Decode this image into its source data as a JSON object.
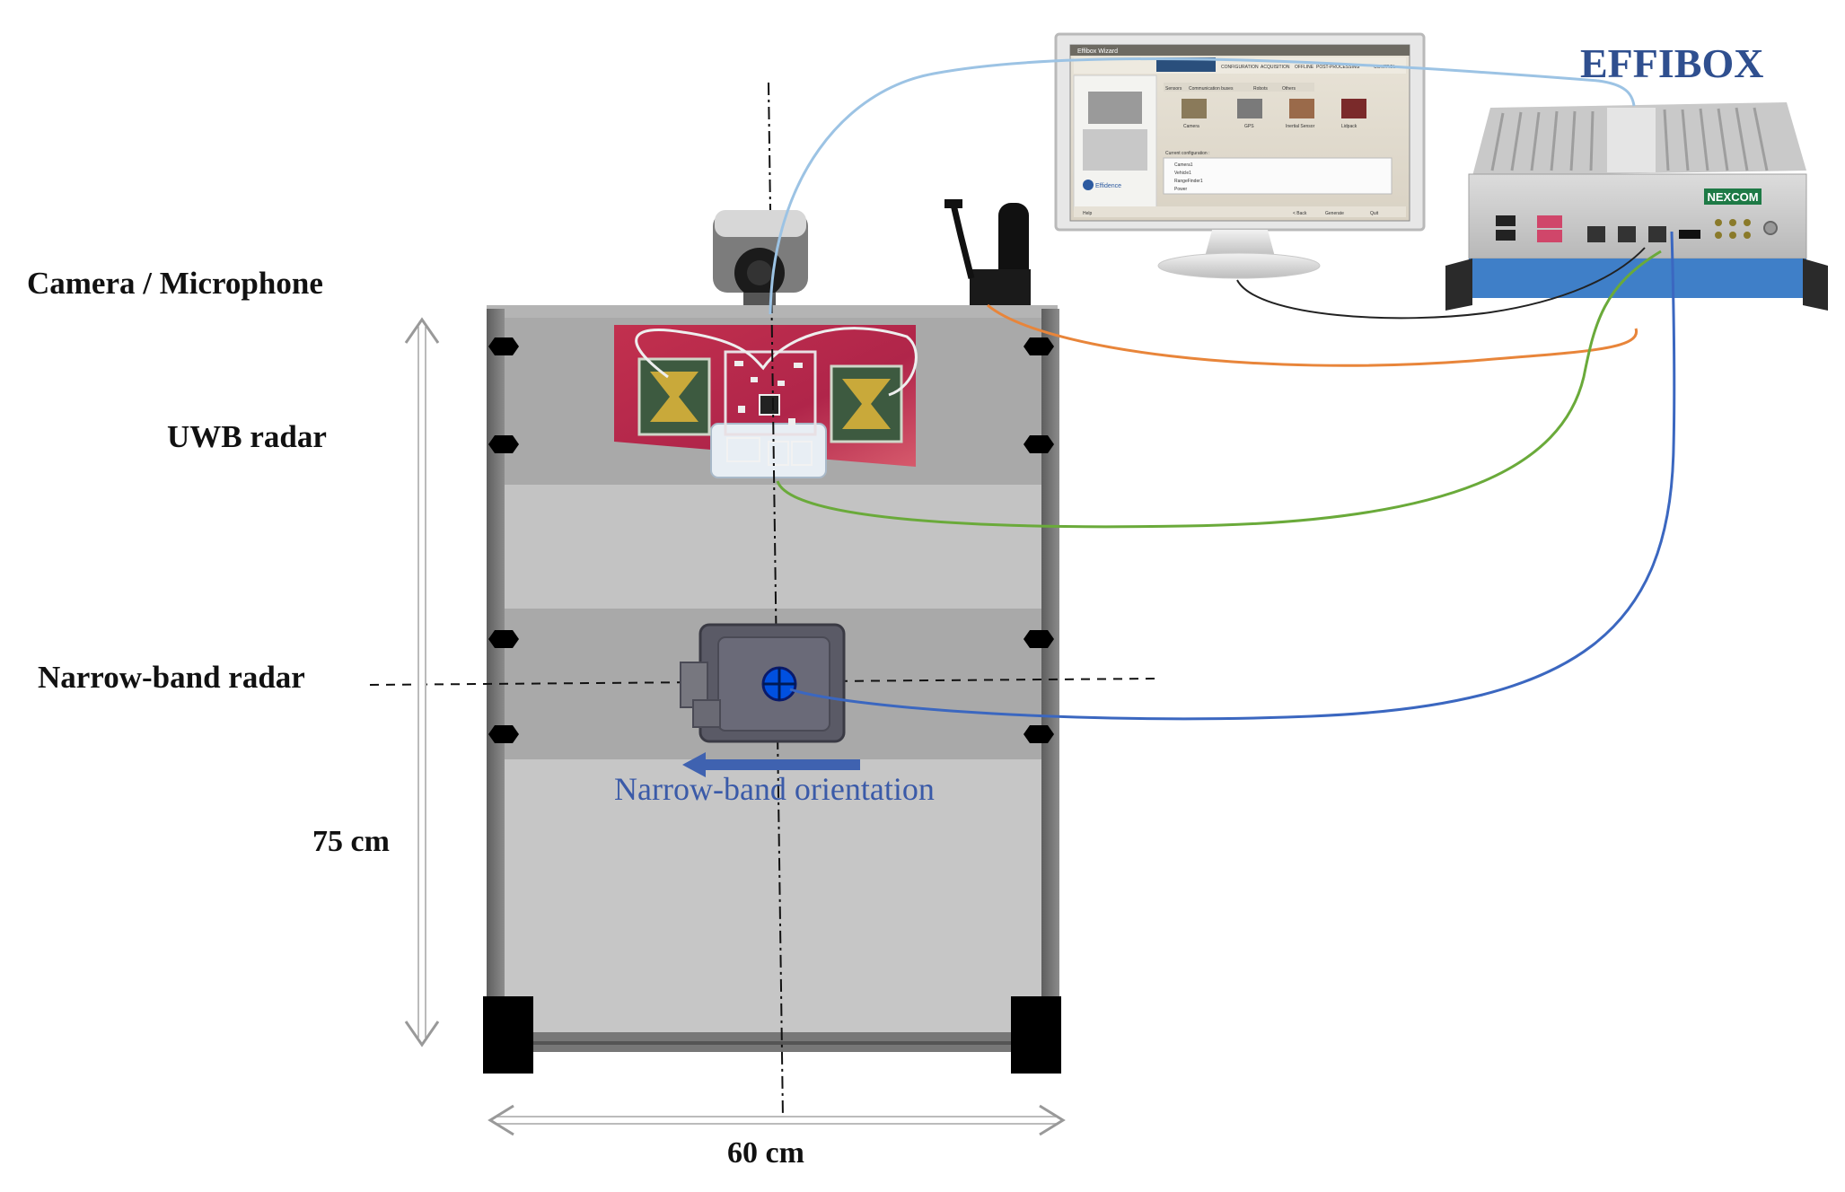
{
  "labels": {
    "camera_microphone": "Camera / Microphone",
    "uwb_radar": "UWB radar",
    "narrowband_radar": "Narrow-band radar",
    "height": "75 cm",
    "width": "60 cm",
    "effibox": "EFFIBOX",
    "orientation": "Narrow-band orientation"
  },
  "monitor_ui": {
    "window_title": "Effibox Wizard",
    "menu": [
      "CONFIGURATION",
      "ACQUISITION",
      "OFFLINE",
      "POST-PROCESSING",
      "CONTROL"
    ],
    "tabs": [
      "Sensors",
      "Communication buses",
      "Robots",
      "Others"
    ],
    "sensors": [
      "Camera",
      "GPS",
      "Inertial Sensor",
      "Lidpack"
    ],
    "current_configuration_label": "Current configuration :",
    "config_items": [
      "Camera1",
      "Vehicle1",
      "RangeFinder1",
      "Power"
    ],
    "buttons": [
      "Help",
      "< Back",
      "Generate",
      "Quit"
    ],
    "brand": "Effidence"
  },
  "pc_brand": "NEXCOM",
  "colors": {
    "camera_cable": "#9cc3e4",
    "microphone_cable": "#e8853a",
    "uwb_cable": "#6aaa3a",
    "narrowband_cable": "#3b67c0",
    "monitor_cable": "#222222",
    "effibox_front": "#3f7fc8",
    "orientation_arrow": "#3f62b0",
    "target_marker": "#0050e0",
    "uwb_board": "#c42a52"
  }
}
